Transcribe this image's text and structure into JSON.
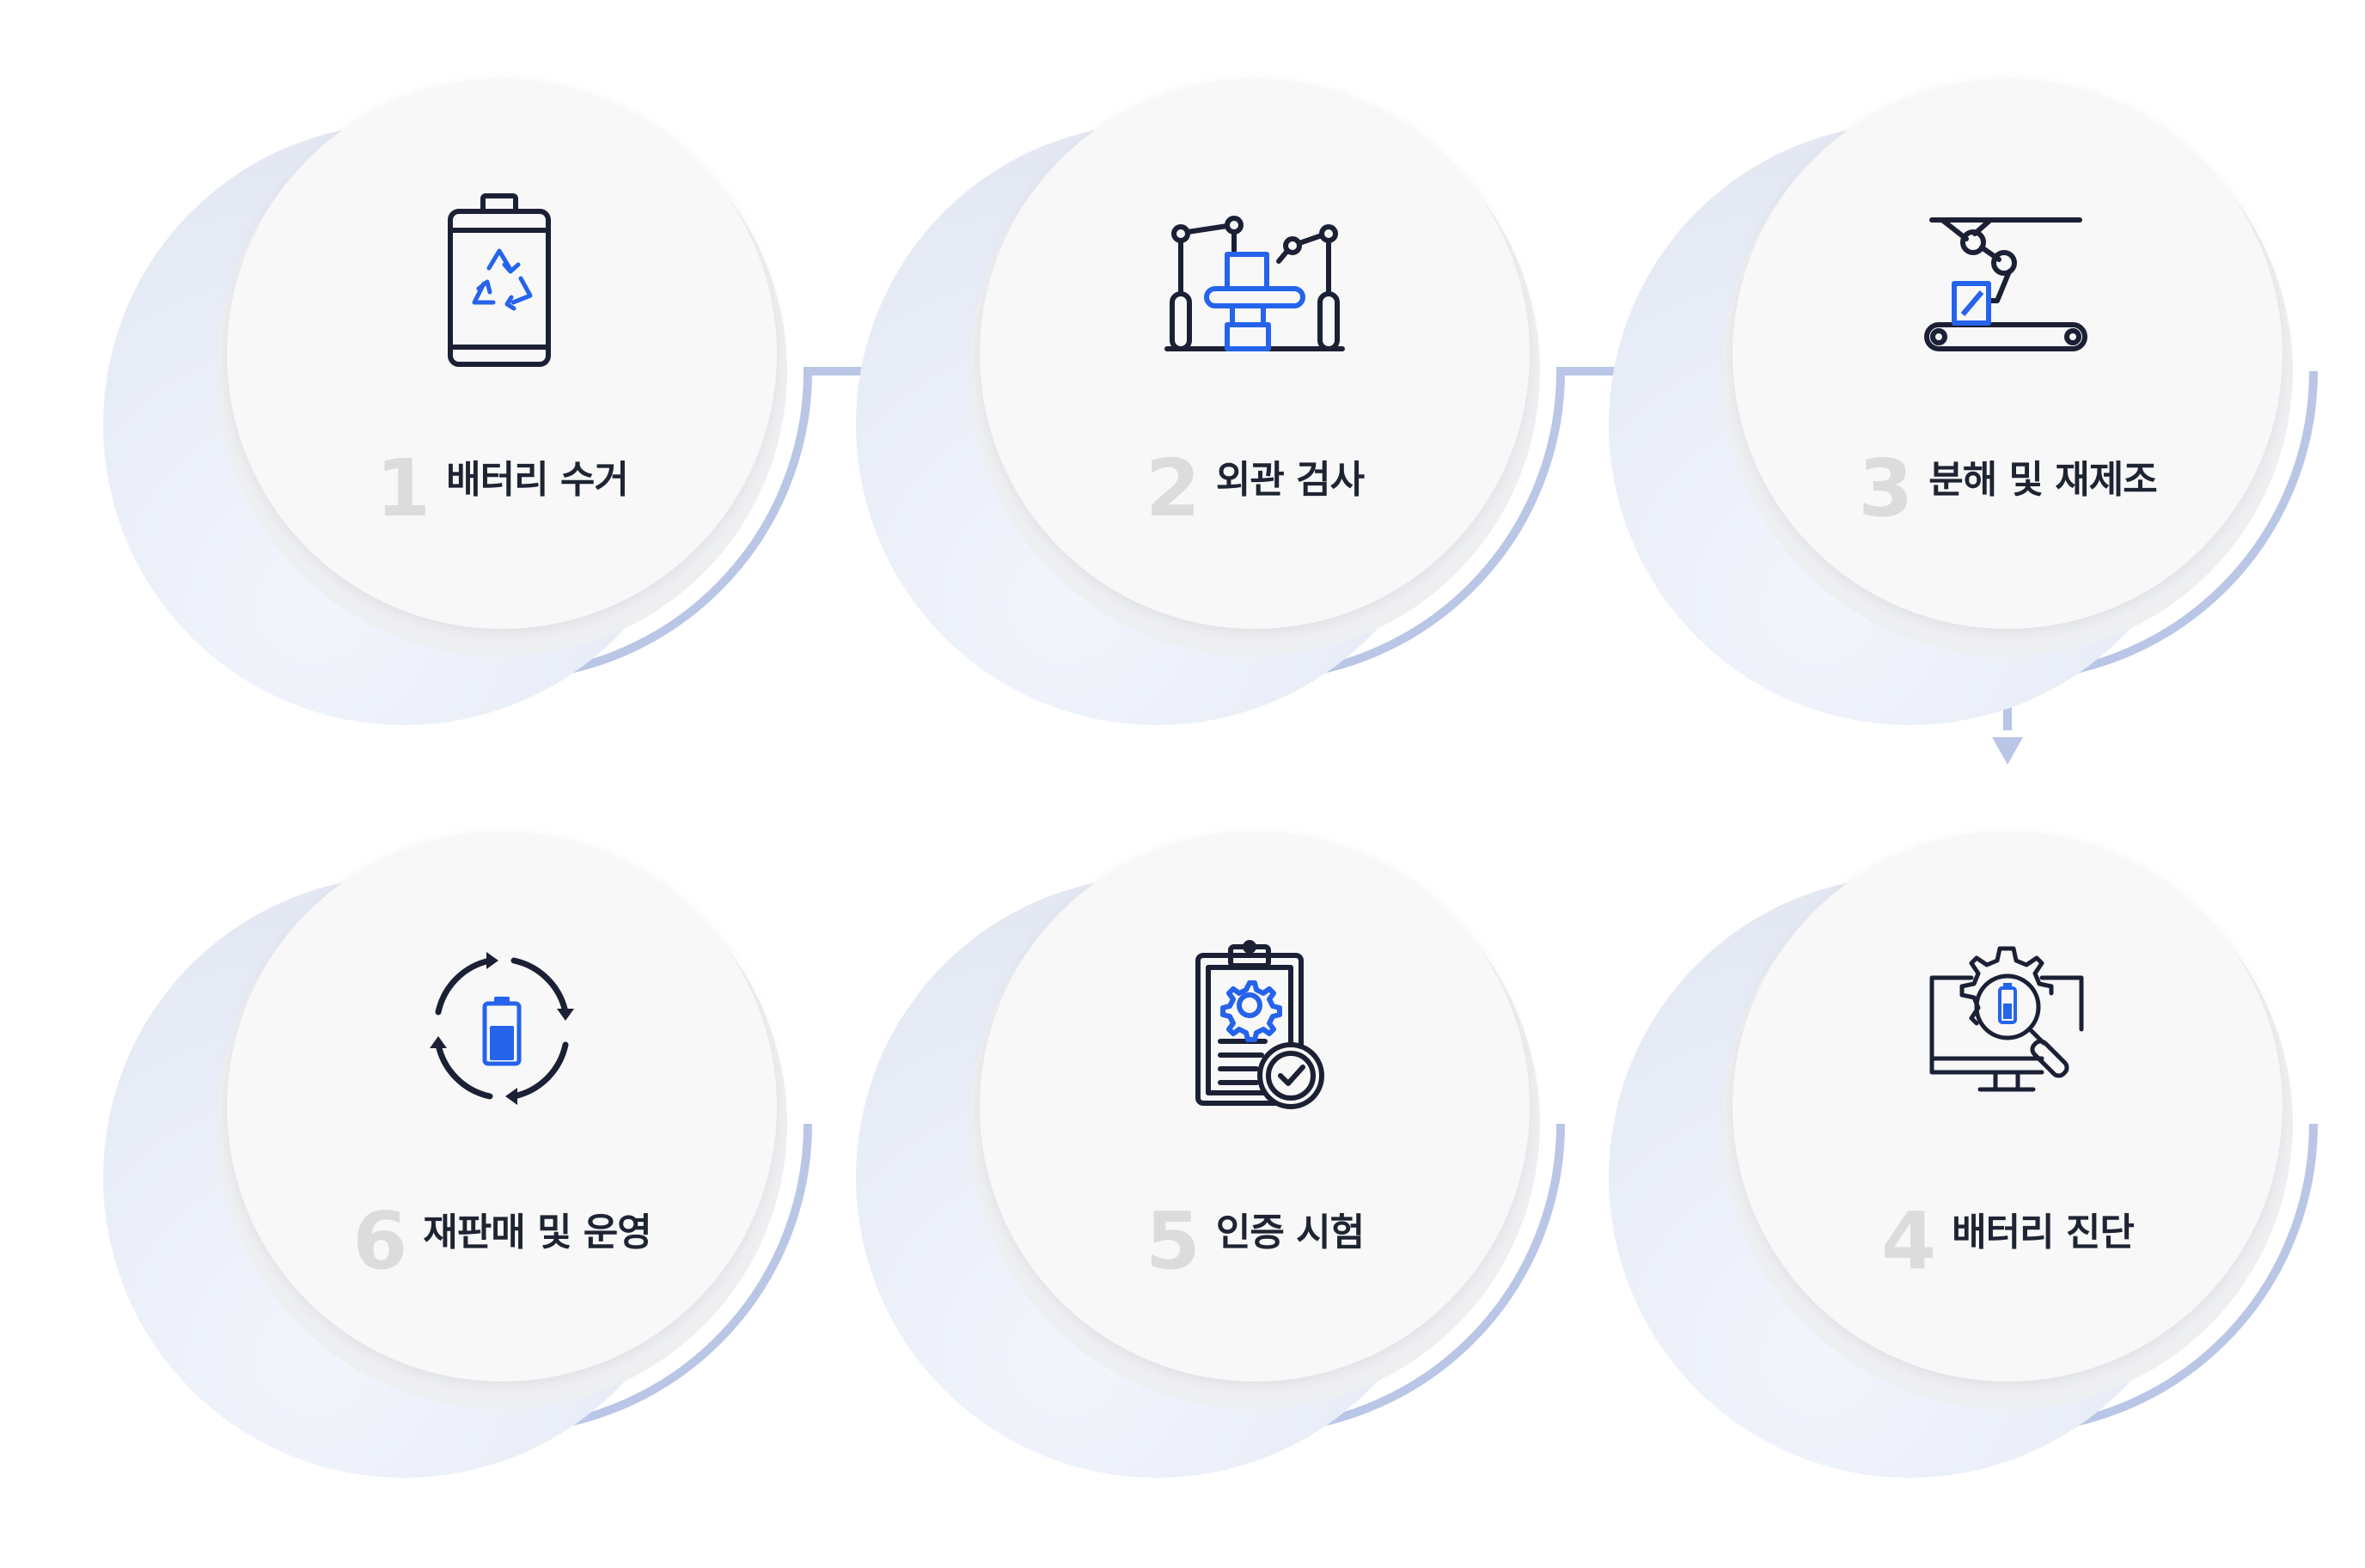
{
  "steps": [
    {
      "number": "1",
      "title": "배터리 수거",
      "icon": "battery-recycle-icon"
    },
    {
      "number": "2",
      "title": "외관 검사",
      "icon": "robot-arm-inspection-icon"
    },
    {
      "number": "3",
      "title": "분해 및 재제조",
      "icon": "conveyor-robot-icon"
    },
    {
      "number": "4",
      "title": "배터리 진단",
      "icon": "monitor-gear-magnifier-icon"
    },
    {
      "number": "5",
      "title": "인증 시험",
      "icon": "clipboard-certification-icon"
    },
    {
      "number": "6",
      "title": "재판매 및 운영",
      "icon": "battery-cycle-icon"
    }
  ],
  "colors": {
    "accent_blue": "#2563eb",
    "icon_dark": "#1c2035",
    "connector": "#b9c6e6",
    "number_gray": "#dcdcdc",
    "title_text": "#1f2433"
  }
}
